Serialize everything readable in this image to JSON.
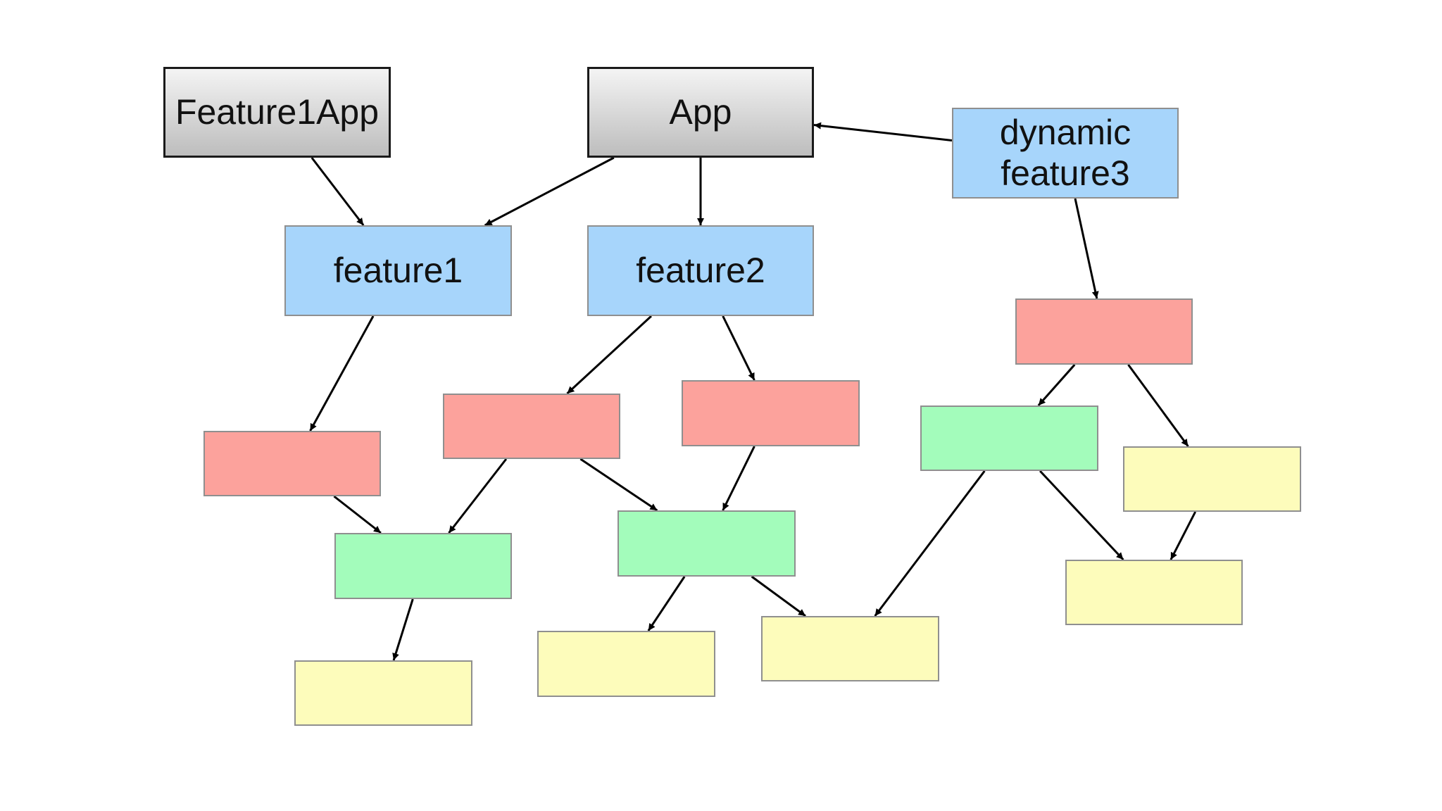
{
  "diagram": {
    "colors": {
      "app": "#cfcfcf",
      "feature": "#a7d5fb",
      "red": "#fca29c",
      "green": "#a3fcbb",
      "yellow": "#fdfcbb",
      "edge": "#000000"
    },
    "nodes": [
      {
        "id": "feature1app",
        "label": "Feature1App",
        "style": "app"
      },
      {
        "id": "app",
        "label": "App",
        "style": "app"
      },
      {
        "id": "dynamic-feature3",
        "label": "dynamic\nfeature3",
        "style": "blue"
      },
      {
        "id": "feature1",
        "label": "feature1",
        "style": "blue"
      },
      {
        "id": "feature2",
        "label": "feature2",
        "style": "blue"
      },
      {
        "id": "red-a",
        "label": "",
        "style": "red"
      },
      {
        "id": "red-b",
        "label": "",
        "style": "red"
      },
      {
        "id": "red-c",
        "label": "",
        "style": "red"
      },
      {
        "id": "red-d",
        "label": "",
        "style": "red"
      },
      {
        "id": "green-a",
        "label": "",
        "style": "green"
      },
      {
        "id": "green-b",
        "label": "",
        "style": "green"
      },
      {
        "id": "green-c",
        "label": "",
        "style": "green"
      },
      {
        "id": "yellow-a",
        "label": "",
        "style": "yellow"
      },
      {
        "id": "yellow-b",
        "label": "",
        "style": "yellow"
      },
      {
        "id": "yellow-c",
        "label": "",
        "style": "yellow"
      },
      {
        "id": "yellow-d",
        "label": "",
        "style": "yellow"
      },
      {
        "id": "yellow-e",
        "label": "",
        "style": "yellow"
      }
    ],
    "edges": [
      {
        "from": "feature1app",
        "to": "feature1"
      },
      {
        "from": "app",
        "to": "feature1"
      },
      {
        "from": "app",
        "to": "feature2"
      },
      {
        "from": "dynamic-feature3",
        "to": "app"
      },
      {
        "from": "dynamic-feature3",
        "to": "red-d"
      },
      {
        "from": "feature1",
        "to": "red-a"
      },
      {
        "from": "feature2",
        "to": "red-b"
      },
      {
        "from": "feature2",
        "to": "red-c"
      },
      {
        "from": "red-a",
        "to": "green-a"
      },
      {
        "from": "red-b",
        "to": "green-a"
      },
      {
        "from": "red-b",
        "to": "green-b"
      },
      {
        "from": "red-c",
        "to": "green-b"
      },
      {
        "from": "red-d",
        "to": "green-c"
      },
      {
        "from": "red-d",
        "to": "yellow-e"
      },
      {
        "from": "green-a",
        "to": "yellow-a"
      },
      {
        "from": "green-b",
        "to": "yellow-b"
      },
      {
        "from": "green-b",
        "to": "yellow-c"
      },
      {
        "from": "green-c",
        "to": "yellow-c"
      },
      {
        "from": "green-c",
        "to": "yellow-d"
      },
      {
        "from": "yellow-e",
        "to": "yellow-d"
      }
    ]
  }
}
